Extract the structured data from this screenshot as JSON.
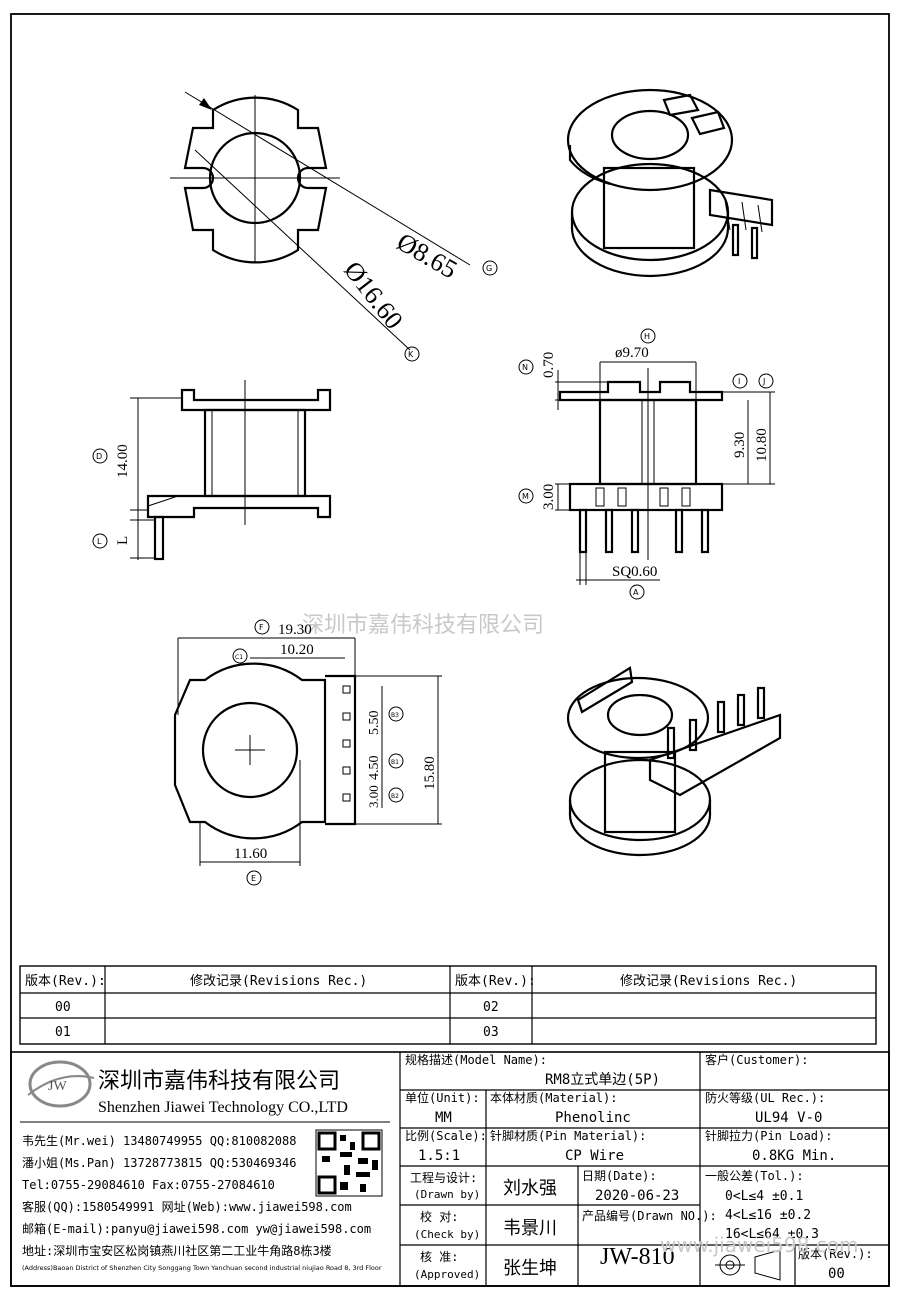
{
  "dims": {
    "d865": "Ø8.65",
    "d1660": "Ø16.60",
    "d970": "ø9.70",
    "d070": "0.70",
    "d930": "9.30",
    "d1080": "10.80",
    "d1400": "14.00",
    "d300": "3.00",
    "dL": "L",
    "sq": "SQ0.60",
    "d1930": "19.30",
    "d1020": "10.20",
    "d1580": "15.80",
    "d550": "5.50",
    "d450": "4.50",
    "d300b": "3.00",
    "d1160": "11.60"
  },
  "tags": {
    "G": "G",
    "K": "K",
    "H": "H",
    "N": "N",
    "I": "I",
    "J": "J",
    "D": "D",
    "M": "M",
    "L": "L",
    "A": "A",
    "F": "F",
    "C1": "C1",
    "B3": "B3",
    "B1": "B1",
    "B2": "B2",
    "E": "E"
  },
  "watermark": "深圳市嘉伟科技有限公司",
  "revisions": {
    "header_rev": "版本(Rev.):",
    "header_rec": "修改记录(Revisions Rec.)",
    "rows": [
      [
        "00",
        "02"
      ],
      [
        "01",
        "03"
      ]
    ]
  },
  "company": {
    "logo": "JW",
    "name_cn": "深圳市嘉伟科技有限公司",
    "name_en": "Shenzhen Jiawei Technology CO.,LTD",
    "contacts": [
      "韦先生(Mr.wei) 13480749955 QQ:810082088",
      "潘小姐(Ms.Pan) 13728773815 QQ:530469346",
      "Tel:0755-29084610     Fax:0755-27084610",
      "客服(QQ):1580549991   网址(Web):www.jiawei598.com",
      "邮箱(E-mail):panyu@jiawei598.com  yw@jiawei598.com",
      "地址:深圳市宝安区松岗镇燕川社区第二工业牛角路8栋3楼"
    ],
    "address_en": "(Address)Baoan District of Shenzhen City Songgang Town Yanchuan  second industrial niujiao Road 8, 3rd Floor"
  },
  "info": {
    "model_label": "规格描述(Model Name):",
    "model_value": "RM8立式单边(5P)",
    "customer_label": "客户(Customer):",
    "unit_label": "单位(Unit):",
    "unit_value": "MM",
    "material_label": "本体材质(Material):",
    "material_value": "Phenolinc",
    "ul_label": "防火等级(UL Rec.):",
    "ul_value": "UL94 V-0",
    "scale_label": "比例(Scale):",
    "scale_value": "1.5:1",
    "pin_mat_label": "针脚材质(Pin Material):",
    "pin_mat_value": "CP Wire",
    "pin_load_label": "针脚拉力(Pin Load):",
    "pin_load_value": "0.8KG Min.",
    "drawn_label_cn": "工程与设计:",
    "drawn_label_en": "(Drawn by)",
    "drawn_value": "刘水强",
    "date_label": "日期(Date):",
    "date_value": "2020-06-23",
    "tol_label": "一般公差(Tol.):",
    "tol_rows": [
      "0<L≤4    ±0.1",
      "4<L≤16   ±0.2",
      "16<L≤64  ±0.3"
    ],
    "check_label_cn": "校  对:",
    "check_label_en": "(Check by)",
    "check_value": "韦景川",
    "drawn_no_label": "产品编号(Drawn NO.):",
    "drawn_no_value": "JW-810",
    "approved_label_cn": "核  准:",
    "approved_label_en": "(Approved)",
    "approved_value": "张生坤",
    "rev_label": "版本(Rev.):",
    "rev_value": "00",
    "wm_bottom": "www.jiawei598.com"
  }
}
